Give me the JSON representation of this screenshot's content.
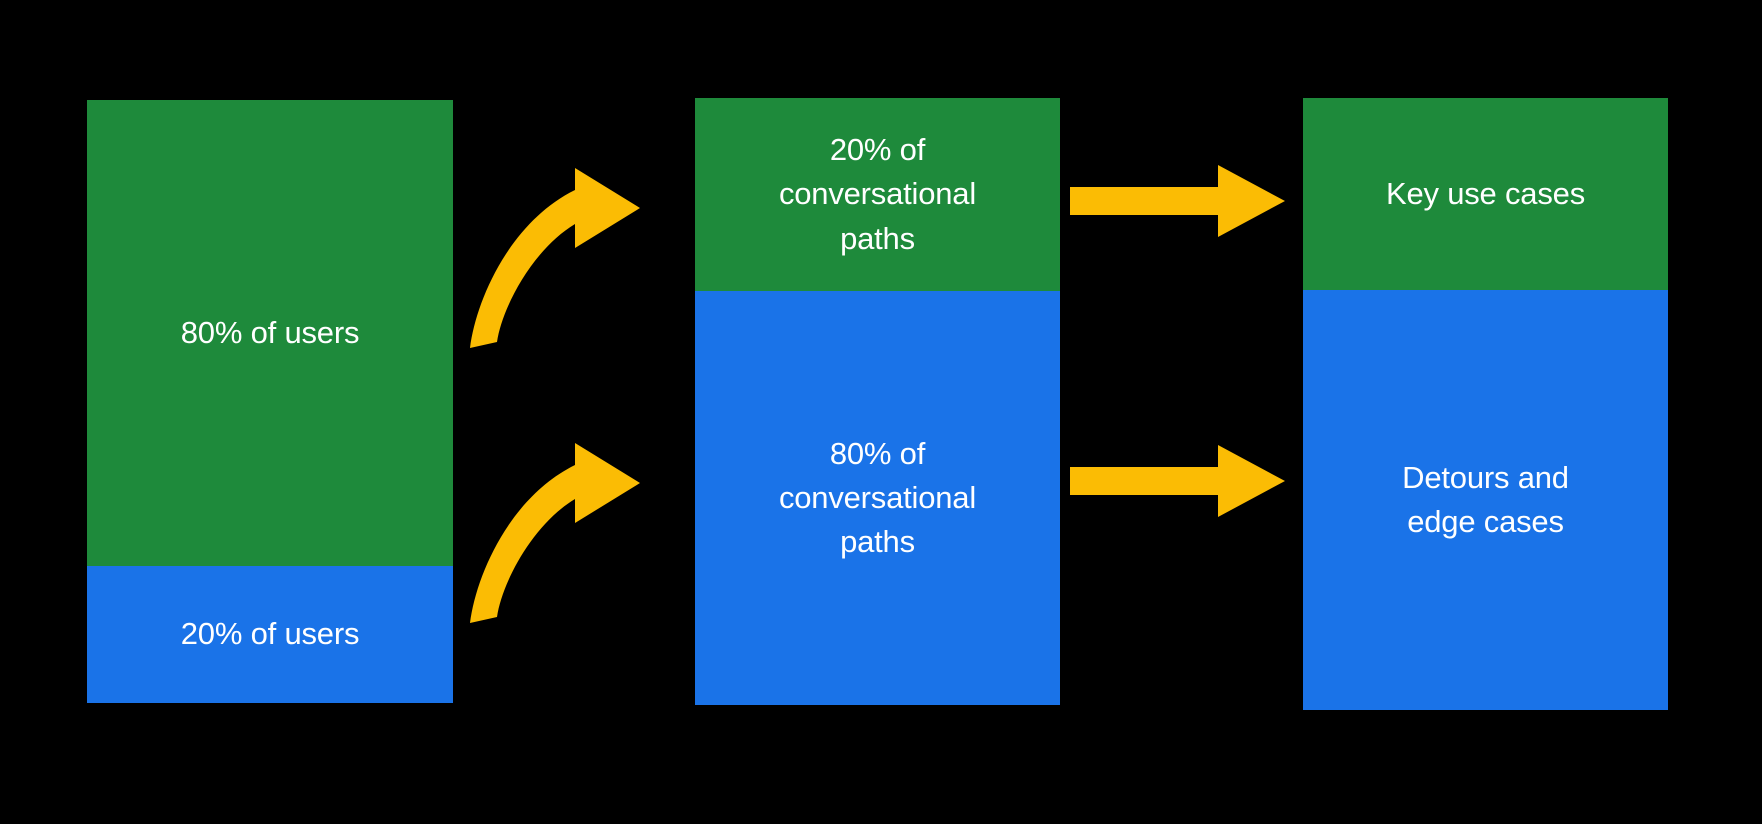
{
  "diagram": {
    "title": "80/20 conversational design diagram",
    "background_color": "#000000",
    "palette": {
      "green": "#1E8A3B",
      "blue": "#1A73E8",
      "yellow": "#FBBC04",
      "text": "#FFFFFF"
    },
    "columns": [
      {
        "id": "users",
        "name": "users-column",
        "segments": [
          {
            "id": "users-green",
            "label": "80% of users",
            "color": "#1E8A3B",
            "percent": 80
          },
          {
            "id": "users-blue",
            "label": "20% of users",
            "color": "#1A73E8",
            "percent": 20
          }
        ]
      },
      {
        "id": "paths",
        "name": "conversational-paths-column",
        "segments": [
          {
            "id": "paths-green",
            "label": "20% of\nconversational\npaths",
            "color": "#1E8A3B",
            "percent": 20
          },
          {
            "id": "paths-blue",
            "label": "80% of\nconversational\npaths",
            "color": "#1A73E8",
            "percent": 80
          }
        ]
      },
      {
        "id": "cases",
        "name": "use-cases-column",
        "segments": [
          {
            "id": "cases-green",
            "label": "Key use cases",
            "color": "#1E8A3B"
          },
          {
            "id": "cases-blue",
            "label": "Detours and\nedge cases",
            "color": "#1A73E8"
          }
        ]
      }
    ],
    "arrows": [
      {
        "id": "curved-top",
        "style": "curved",
        "color": "#FBBC04",
        "from": "users-green",
        "to": "paths-green"
      },
      {
        "id": "curved-bottom",
        "style": "curved",
        "color": "#FBBC04",
        "from": "users-blue",
        "to": "paths-blue"
      },
      {
        "id": "straight-top",
        "style": "straight",
        "color": "#FBBC04",
        "from": "paths-green",
        "to": "cases-green"
      },
      {
        "id": "straight-bottom",
        "style": "straight",
        "color": "#FBBC04",
        "from": "paths-blue",
        "to": "cases-blue"
      }
    ]
  }
}
